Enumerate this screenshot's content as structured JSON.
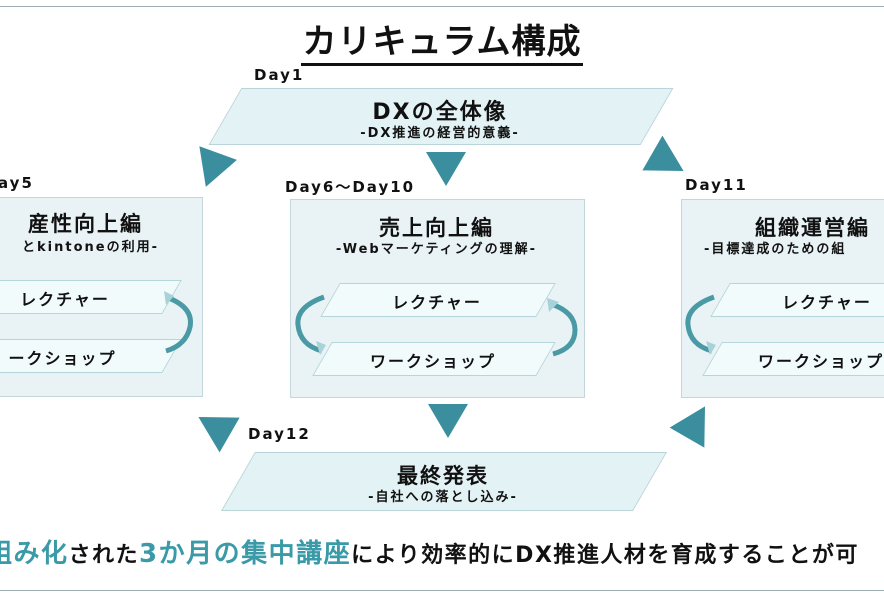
{
  "title": "カリキュラム構成",
  "top": {
    "day": "Day1",
    "main": "DXの全体像",
    "sub": "-DX推進の経営的意義-"
  },
  "left": {
    "day": "ay5",
    "main": "産性向上編",
    "sub": "とkintoneの利用-",
    "lecture": "レクチャー",
    "workshop": "ークショップ"
  },
  "center": {
    "day": "Day6～Day10",
    "main": "売上向上編",
    "sub": "-Webマーケティングの理解-",
    "lecture": "レクチャー",
    "workshop": "ワークショップ"
  },
  "right": {
    "day": "Day11",
    "main": "組織運営編",
    "sub": "-目標達成のための組",
    "lecture": "レクチャー",
    "workshop": "ワークショップ"
  },
  "bottom": {
    "day": "Day12",
    "main": "最終発表",
    "sub": "-自社への落とし込み-"
  },
  "banner": {
    "part1": "組み化",
    "part2": "された",
    "part3": "3か月の集中講座",
    "part4": "により効率的にDX推進人材を育成することが可"
  },
  "colors": {
    "accent": "#3a9aa8",
    "panel": "#e9f3f5",
    "pill": "#f2fbfc"
  }
}
